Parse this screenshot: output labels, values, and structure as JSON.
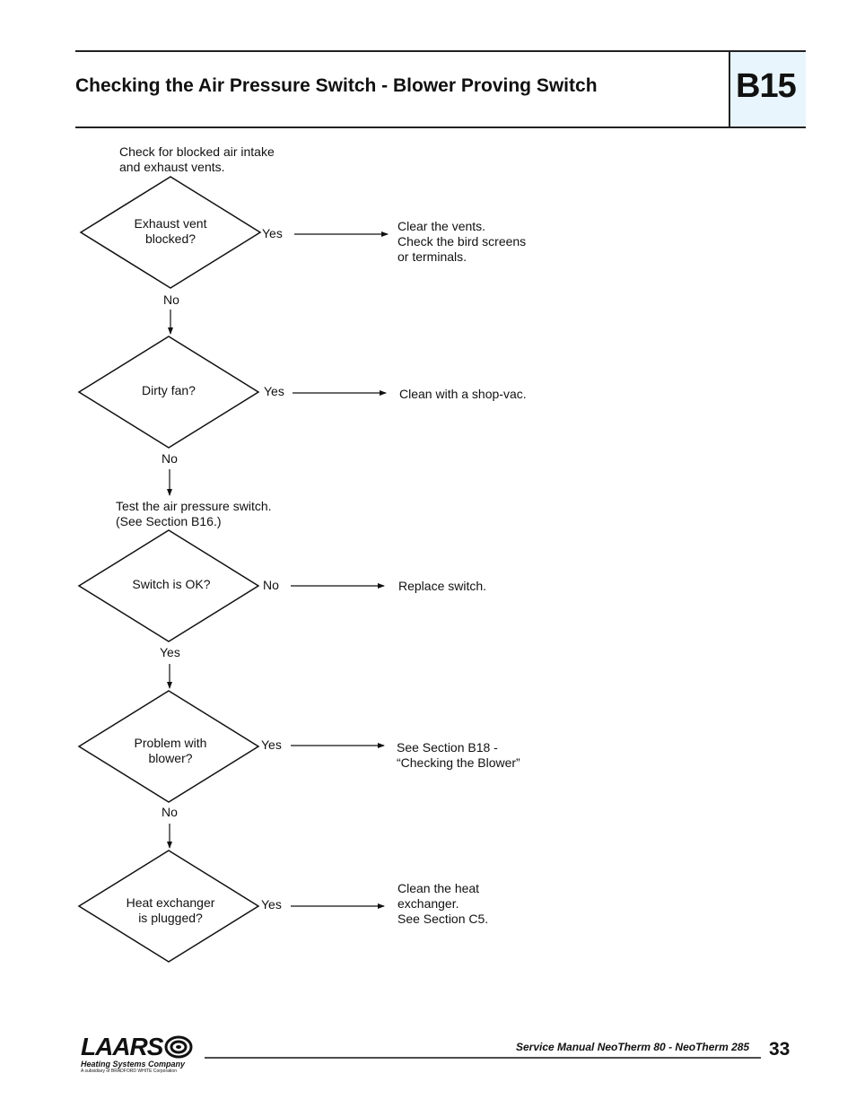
{
  "header": {
    "title": "Checking the Air Pressure Switch - Blower Proving Switch",
    "section_code": "B15"
  },
  "flow": {
    "intro": "Check for blocked air intake\nand exhaust vents.",
    "steps": [
      {
        "question": "Exhaust vent\nblocked?",
        "branch_label": "Yes",
        "action": "Clear the vents.\nCheck the bird screens\nor terminals.",
        "continue_label": "No"
      },
      {
        "question": "Dirty fan?",
        "branch_label": "Yes",
        "action": "Clean with a shop-vac.",
        "continue_label": "No"
      },
      {
        "question": "Switch is OK?",
        "branch_label": "No",
        "action": "Replace switch.",
        "continue_label": "Yes"
      },
      {
        "question": "Problem with\nblower?",
        "branch_label": "Yes",
        "action": "See Section B18 -\n“Checking the Blower”",
        "continue_label": "No"
      },
      {
        "question": "Heat exchanger\nis plugged?",
        "branch_label": "Yes",
        "action": "Clean the heat\nexchanger.\nSee Section C5."
      }
    ],
    "note_before_step3": "Test the air pressure switch.\n(See Section B16.)"
  },
  "footer": {
    "logo_word": "LAARS",
    "logo_subtitle": "Heating Systems Company",
    "logo_tagline": "A subsidiary of BRADFORD WHITE Corporation",
    "manual_title": "Service Manual NeoTherm 80 - NeoTherm 285",
    "page_number": "33"
  }
}
